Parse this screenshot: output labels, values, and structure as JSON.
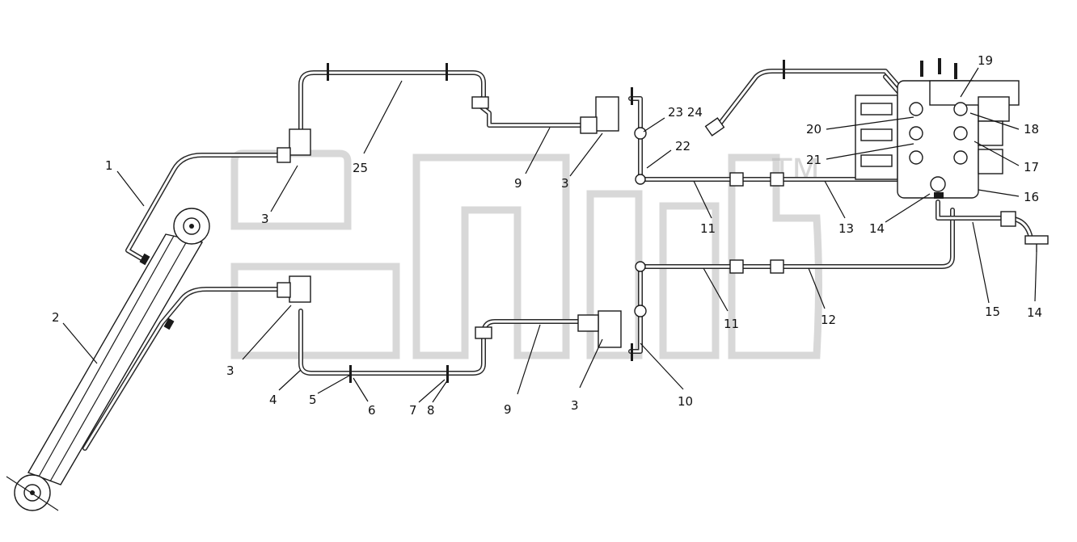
{
  "diagram": {
    "watermark_mark": "TM",
    "corner_mark": "",
    "callouts": [
      {
        "id": "c1",
        "text": "1"
      },
      {
        "id": "c2",
        "text": "2"
      },
      {
        "id": "c3a",
        "text": "3"
      },
      {
        "id": "c3b",
        "text": "3"
      },
      {
        "id": "c3c",
        "text": "3"
      },
      {
        "id": "c3d",
        "text": "3"
      },
      {
        "id": "c4",
        "text": "4"
      },
      {
        "id": "c5",
        "text": "5"
      },
      {
        "id": "c6",
        "text": "6"
      },
      {
        "id": "c7",
        "text": "7"
      },
      {
        "id": "c8",
        "text": "8"
      },
      {
        "id": "c9a",
        "text": "9"
      },
      {
        "id": "c9b",
        "text": "9"
      },
      {
        "id": "c10",
        "text": "10"
      },
      {
        "id": "c11a",
        "text": "11"
      },
      {
        "id": "c11b",
        "text": "11"
      },
      {
        "id": "c12",
        "text": "12"
      },
      {
        "id": "c13",
        "text": "13"
      },
      {
        "id": "c14a",
        "text": "14"
      },
      {
        "id": "c14b",
        "text": "14"
      },
      {
        "id": "c15",
        "text": "15"
      },
      {
        "id": "c16",
        "text": "16"
      },
      {
        "id": "c17",
        "text": "17"
      },
      {
        "id": "c18",
        "text": "18"
      },
      {
        "id": "c19",
        "text": "19"
      },
      {
        "id": "c20",
        "text": "20"
      },
      {
        "id": "c21",
        "text": "21"
      },
      {
        "id": "c22",
        "text": "22"
      },
      {
        "id": "c2324",
        "text": "23 24"
      },
      {
        "id": "c25",
        "text": "25"
      }
    ]
  }
}
